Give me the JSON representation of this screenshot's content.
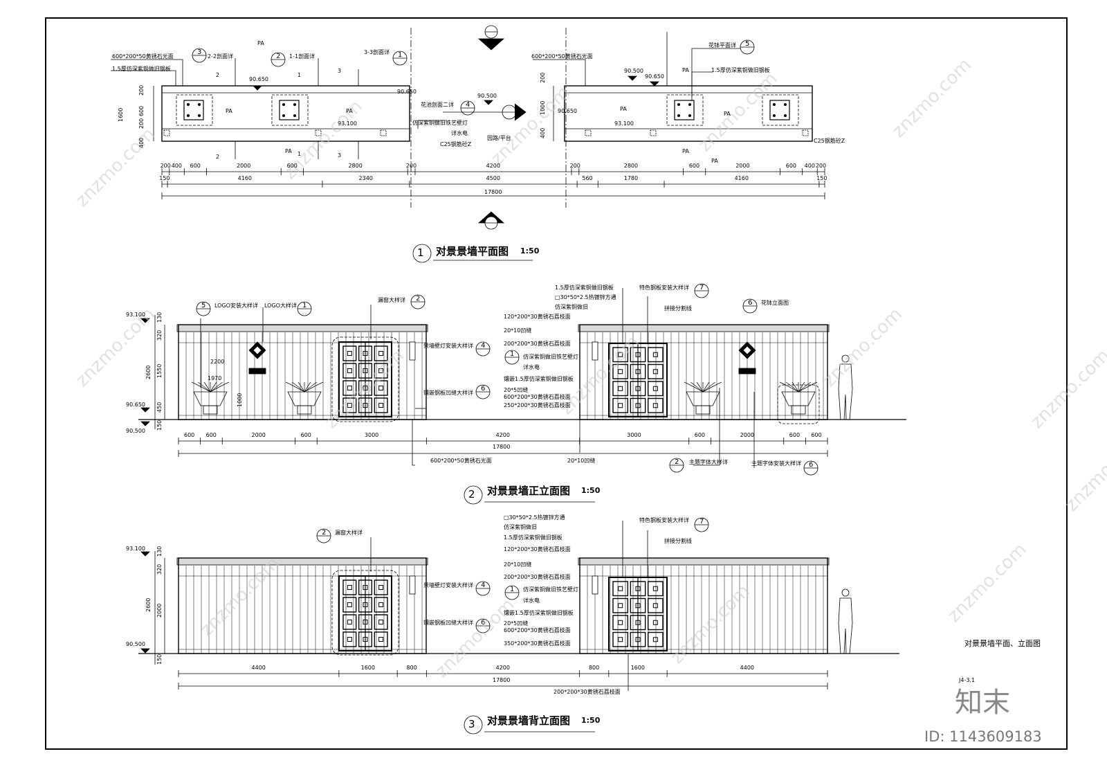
{
  "colors": {
    "line": "#000000",
    "watermark": "#c8c8c8",
    "background": "#ffffff"
  },
  "plan": {
    "title": "对景景墙平面图",
    "scale": "1:50",
    "number": "1",
    "labels": {
      "stone_600": "600*200*50黄锈石光面",
      "steel_15": "1.5厚仿深紫铜做旧钢板",
      "sec22": "2-2剖面详",
      "sec11": "1-1剖面详",
      "sec33": "3-3剖面详",
      "planter_sec": "花池剖面二详",
      "lamp": "仿深紫铜做旧铁艺壁灯",
      "mep": "详水电",
      "c25": "C25钢筋砼Z",
      "road": "园路/平台",
      "planter_plan": "花钵平面详",
      "pa": "PA",
      "lv_90650": "90.650",
      "lv_93100": "93.100",
      "lv_90500": "90.500"
    },
    "dims_row1": [
      "200",
      "400",
      "600",
      "2000",
      "600",
      "2800",
      "200",
      "4200",
      "200",
      "2800",
      "600",
      "2000",
      "600",
      "400",
      "200"
    ],
    "dims_row2": [
      "150",
      "4160",
      "2340",
      "4500",
      "560",
      "1780",
      "4160",
      "150"
    ],
    "total": "17800",
    "vdims": [
      "1600",
      "200",
      "600",
      "200",
      "400"
    ],
    "vdims_r": [
      "200",
      "1000",
      "400"
    ]
  },
  "front": {
    "title": "对景景墙正立面图",
    "scale": "1:50",
    "number": "2",
    "labels": {
      "logo_detail": "LOGO安装大样详",
      "logo": "LOGO大样详",
      "window": "漏窗大样详",
      "lamp_install": "景墙壁灯安装大样详",
      "lamp": "仿深紫铜做旧铁艺壁灯",
      "mep": "详水电",
      "steel_seam": "镶嵌钢板凹缝大样详",
      "steel_15": "1.5厚仿深紫铜做旧钢板",
      "tube": "□30*50*2.5热镀锌方通",
      "copper_old": "仿深紫铜做旧",
      "stone_120": "120*200*30黄锈石荔枝面",
      "seam_2010": "20*10凹缝",
      "stone_200": "200*200*30黄锈石荔枝面",
      "inlay": "镶嵌1.5厚仿深紫铜做旧钢板",
      "seam_205": "20*5凹缝",
      "stone_600": "600*200*30黄锈石荔枝面",
      "stone_250": "250*200*30黄锈石荔枝面",
      "feature_steel": "特色钢板安装大样详",
      "joint": "拼接分割线",
      "planter_elev": "花钵立面图",
      "stone_600_50": "600*200*50黄锈石光面",
      "seam_bottom": "20*10凹缝",
      "font_detail": "主题字体大样详",
      "font_install": "主题字体安装大样详",
      "lv_93100": "93.100",
      "lv_90650": "90.650",
      "lv_90500": "90.500",
      "h2200": "2200",
      "h1970": "1970",
      "h1000": "1000"
    },
    "vdims": [
      "130",
      "320",
      "1550",
      "450",
      "150",
      "2600"
    ],
    "dims": [
      "600",
      "600",
      "2000",
      "600",
      "3000",
      "4200",
      "3000",
      "600",
      "2000",
      "600",
      "600"
    ],
    "total": "17800"
  },
  "back": {
    "title": "对景景墙背立面图",
    "scale": "1:50",
    "number": "3",
    "labels": {
      "window": "漏窗大样详",
      "tube": "□30*50*2.5热镀锌方通",
      "copper_old": "仿深紫铜做旧",
      "steel_15": "1.5厚仿深紫铜做旧钢板",
      "stone_120": "120*200*30黄锈石荔枝面",
      "seam_2010": "20*10凹缝",
      "stone_200": "200*200*30黄锈石荔枝面",
      "lamp": "仿深紫铜做旧铁艺壁灯",
      "mep": "详水电",
      "lamp_install": "景墙壁灯安装大样详",
      "steel_seam": "镶嵌钢板凹缝大样详",
      "inlay": "镶嵌1.5厚仿深紫铜做旧钢板",
      "seam_205": "20*5凹缝",
      "stone_600": "600*200*30黄锈石荔枝面",
      "stone_350": "350*200*30黄锈石荔枝面",
      "feature_steel": "特色钢板安装大样详",
      "joint": "拼接分割线",
      "stone_bottom": "200*200*30黄锈石荔枝面",
      "lv_93100": "93.100",
      "lv_90500": "90.500"
    },
    "vdims": [
      "130",
      "320",
      "2000",
      "150",
      "2600"
    ],
    "dims": [
      "4400",
      "1600",
      "800",
      "4200",
      "800",
      "1600",
      "4400"
    ],
    "total": "17800"
  },
  "titleblock": {
    "sheet_title": "对景景墙平面、立面图",
    "sheet_code": "J4-3.1"
  },
  "watermark": {
    "logo": "知末",
    "id": "ID: 1143609183",
    "site": "znzmo.com"
  }
}
